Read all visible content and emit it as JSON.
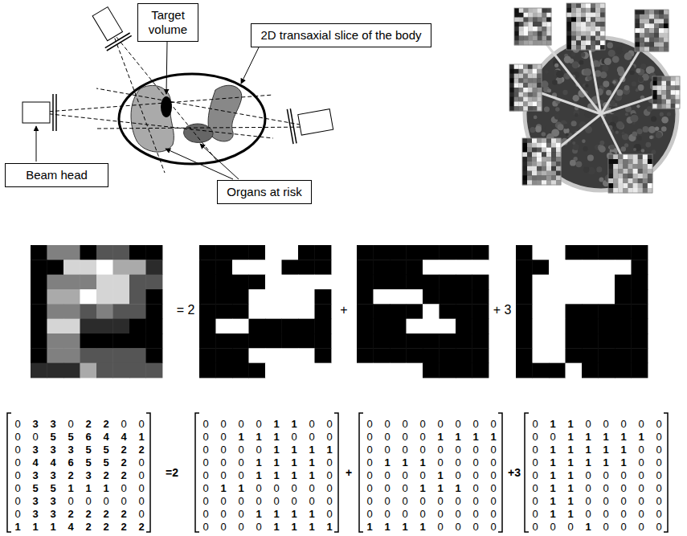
{
  "diagram": {
    "nodes": [
      {
        "text": [
          "Target volume"
        ]
      },
      {
        "text": [
          "2D transaxial slice of the body"
        ]
      },
      {
        "text": [
          "Beam head"
        ]
      },
      {
        "text": [
          "Organs at risk"
        ]
      }
    ],
    "labels": [
      "= 2",
      "+",
      "+ 3",
      "0",
      "3",
      "3",
      "0",
      "2",
      "2",
      "0",
      "0",
      "0",
      "0",
      "5",
      "5",
      "6",
      "4",
      "4",
      "1",
      "0",
      "3",
      "3",
      "3",
      "5",
      "5",
      "2",
      "2",
      "0",
      "4",
      "4",
      "6",
      "5",
      "5",
      "2",
      "0",
      "0",
      "3",
      "3",
      "2",
      "3",
      "2",
      "2",
      "0",
      "0",
      "5",
      "5",
      "1",
      "1",
      "1",
      "0",
      "0",
      "0",
      "3",
      "3",
      "0",
      "0",
      "0",
      "0",
      "0",
      "0",
      "3",
      "3",
      "2",
      "2",
      "2",
      "2",
      "0",
      "1",
      "1",
      "1",
      "4",
      "2",
      "2",
      "2",
      "2",
      "=2",
      "0",
      "0",
      "0",
      "0",
      "1",
      "1",
      "0",
      "0",
      "0",
      "0",
      "1",
      "1",
      "1",
      "0",
      "0",
      "0",
      "0",
      "0",
      "0",
      "0",
      "1",
      "1",
      "1",
      "1",
      "0",
      "0",
      "0",
      "1",
      "1",
      "1",
      "1",
      "0",
      "0",
      "0",
      "0",
      "1",
      "1",
      "1",
      "1",
      "0",
      "0",
      "1",
      "1",
      "0",
      "0",
      "0",
      "0",
      "0",
      "0",
      "0",
      "0",
      "0",
      "0",
      "0",
      "0",
      "0",
      "0",
      "0",
      "0",
      "1",
      "1",
      "1",
      "1",
      "0",
      "0",
      "0",
      "0",
      "0",
      "1",
      "1",
      "1",
      "1",
      "+",
      "0",
      "0",
      "0",
      "0",
      "0",
      "0",
      "0",
      "0",
      "0",
      "0",
      "0",
      "0",
      "1",
      "1",
      "1",
      "1",
      "0",
      "0",
      "0",
      "0",
      "0",
      "0",
      "0",
      "0",
      "0",
      "1",
      "1",
      "1",
      "0",
      "0",
      "0",
      "0",
      "0",
      "0",
      "0",
      "0",
      "1",
      "0",
      "0",
      "0",
      "0",
      "0",
      "0",
      "1",
      "1",
      "1",
      "0",
      "0",
      "0",
      "0",
      "0",
      "0",
      "0",
      "0",
      "0",
      "0",
      "0",
      "0",
      "0",
      "0",
      "0",
      "0",
      "0",
      "0",
      "1",
      "1",
      "1",
      "1",
      "0",
      "0",
      "0",
      "0",
      "+3",
      "0",
      "1",
      "1",
      "0",
      "0",
      "0",
      "0",
      "0",
      "0",
      "0",
      "1",
      "1",
      "1",
      "1",
      "1",
      "0",
      "0",
      "1",
      "1",
      "1",
      "1",
      "1",
      "0",
      "0",
      "0",
      "1",
      "1",
      "1",
      "1",
      "1",
      "0",
      "0",
      "0",
      "1",
      "1",
      "0",
      "0",
      "0",
      "0",
      "0",
      "0",
      "1",
      "1",
      "0",
      "0",
      "0",
      "0",
      "0",
      "0",
      "1",
      "1",
      "0",
      "0",
      "0",
      "0",
      "0",
      "0",
      "1",
      "1",
      "0",
      "0",
      "0",
      "0",
      "0",
      "0",
      "0",
      "0",
      "1",
      "0",
      "0",
      "0",
      "0"
    ]
  }
}
